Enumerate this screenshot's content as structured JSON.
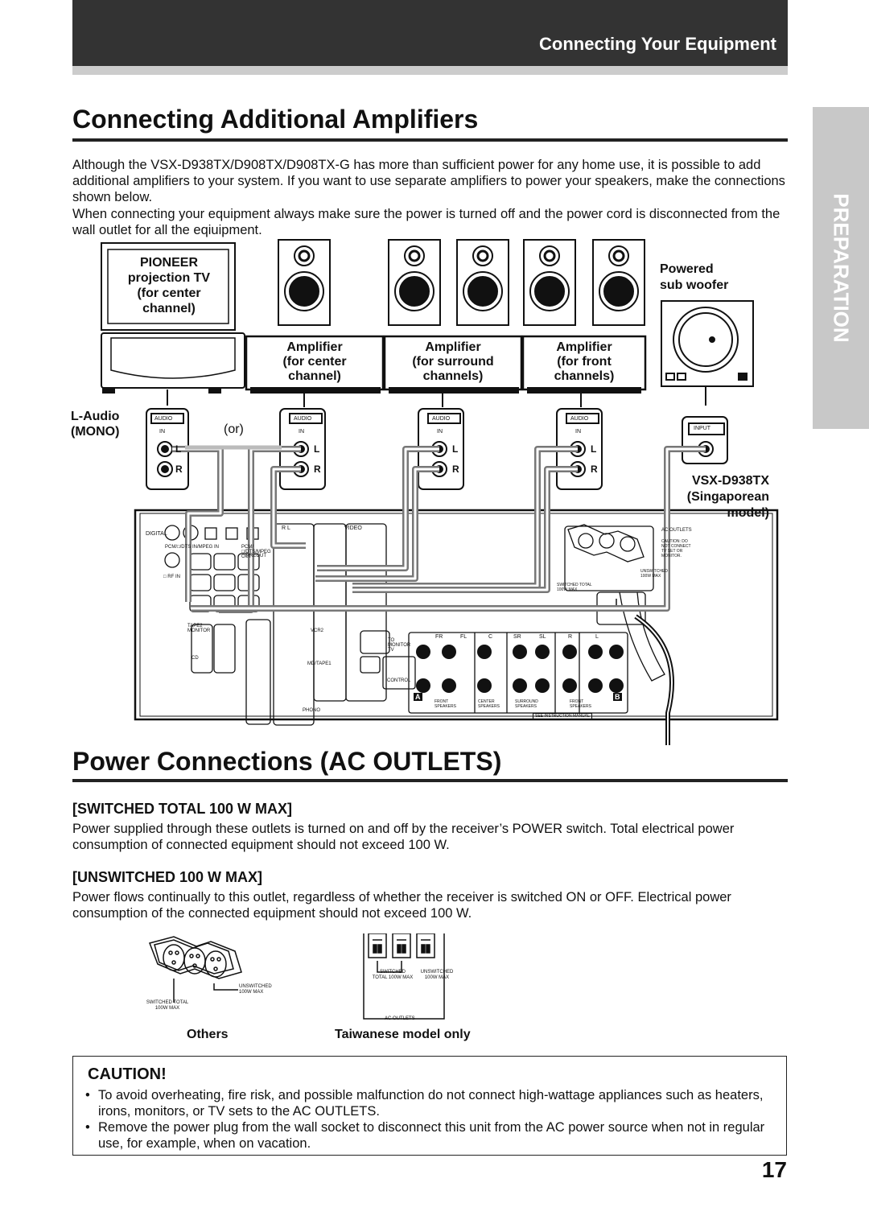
{
  "header": {
    "section_title": "Connecting Your Equipment"
  },
  "side_tab": {
    "label": "PREPARATION"
  },
  "section1": {
    "title": "Connecting Additional Amplifiers",
    "paragraph1": "Although the VSX-D938TX/D908TX/D908TX-G has more than sufficient power for any home use, it is possible to add additional amplifiers to  your system. If you want to use separate amplifiers to power your speakers, make the connections shown below.",
    "paragraph2": "When connecting your equipment always make sure the power is turned off and the power cord is disconnected from the wall outlet  for all the eqiuipment."
  },
  "diagram": {
    "tv_label": [
      "PIONEER",
      "projection TV",
      "(for center",
      "channel)"
    ],
    "subwoofer_label": [
      "Powered",
      "sub woofer"
    ],
    "amplifiers": [
      [
        "Amplifier",
        "(for center",
        "channel)"
      ],
      [
        "Amplifier",
        "(for surround",
        "channels)"
      ],
      [
        "Amplifier",
        "(for front",
        "channels)"
      ]
    ],
    "l_audio_mono": [
      "L-Audio",
      "(MONO)"
    ],
    "or_label": "(or)",
    "jack_audio": "AUDIO",
    "jack_in": "IN",
    "jack_l": "L",
    "jack_r": "R",
    "input_label": "INPUT",
    "model_label": [
      "VSX-D938TX",
      "(Singaporean",
      "model)"
    ],
    "receiver": {
      "rl": "R      L",
      "video": "VIDEO",
      "digital": "DIGITAL",
      "pcm": "PCM/□/DTS IN/MPEG IN",
      "pcm_out": "PCM/□/DTS/MPEG OUT",
      "preout": "PREOUT",
      "rf_in": "□ RF IN",
      "tape": "TAPE2 MONITOR",
      "cd": "CD",
      "phono": "PHONO",
      "vcr2": "VCR2",
      "md_tape1": "MD/TAPE1",
      "to_monitor": "TO MONITOR TV",
      "control": "CONTROL",
      "ac_outlets": "AC OUTLETS",
      "caution": "CAUTION: DO NOT CONNECT TV SET OR MONITOR.",
      "unswitched": "UNSWITCHED 100W MAX",
      "switched": "SWITCHED TOTAL 100W MAX",
      "speaker_top": [
        "FR",
        "FL",
        "C",
        "SR",
        "SL",
        "R",
        "L"
      ],
      "speaker_bottom": [
        "FRONT SPEAKERS",
        "CENTER SPEAKERS",
        "SURROUND SPEAKERS",
        "FRONT SPEAKERS"
      ],
      "see_manual": "SEE INSTRUCTION MANUAL",
      "a": "A",
      "b": "B"
    }
  },
  "section2": {
    "title": "Power Connections (AC OUTLETS)",
    "sub1": "[SWITCHED TOTAL 100 W MAX]",
    "text1": "Power supplied through these outlets is turned on and off by the receiver’s POWER switch. Total electrical power consumption of connected equipment should not exceed 100 W.",
    "sub2": "[UNSWITCHED 100 W MAX]",
    "text2": "Power flows continually to this outlet, regardless of whether the receiver is switched ON or OFF. Electrical power consumption of the connected equipment should not exceed 100 W.",
    "fig_others": {
      "unswitched": "UNSWITCHED 100W MAX",
      "switched": "SWITCHED TOTAL 100W MAX",
      "caption": "Others"
    },
    "fig_taiwan": {
      "switched": "SWITCHED TOTAL 100W MAX",
      "unswitched": "UNSWITCHED 100W MAX",
      "ac_outlets": "AC OUTLETS",
      "caption": "Taiwanese model only"
    }
  },
  "caution": {
    "title": "CAUTION!",
    "items": [
      "To avoid overheating, fire risk, and possible malfunction do not connect high-wattage appliances such as heaters, irons, monitors, or TV sets to the AC OUTLETS.",
      "Remove the power plug from the wall socket to disconnect this unit from the AC power source when not in regular use, for example, when on vacation."
    ]
  },
  "page_number": "17"
}
